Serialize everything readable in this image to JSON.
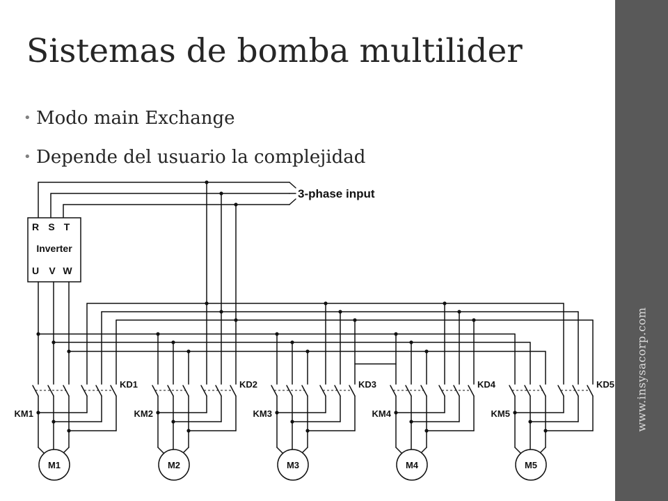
{
  "slide": {
    "title": "Sistemas de bomba multilider",
    "bullets": [
      "Modo main Exchange",
      "Depende del usuario la complejidad"
    ],
    "website": "www.insysacorp.com"
  },
  "diagram": {
    "input_label": "3-phase input",
    "inverter": {
      "input_terminals": [
        "R",
        "S",
        "T"
      ],
      "label": "Inverter",
      "output_terminals": [
        "U",
        "V",
        "W"
      ]
    },
    "groups": [
      {
        "kd": "KD1",
        "km": "KM1",
        "motor": "M1"
      },
      {
        "kd": "KD2",
        "km": "KM2",
        "motor": "M2"
      },
      {
        "kd": "KD3",
        "km": "KM3",
        "motor": "M3"
      },
      {
        "kd": "KD4",
        "km": "KM4",
        "motor": "M4"
      },
      {
        "kd": "KD5",
        "km": "KM5",
        "motor": "M5"
      }
    ]
  },
  "colors": {
    "sidebar_background": "#595959",
    "sidebar_text": "#dcdcdc",
    "text": "#262626",
    "wire": "#111111"
  }
}
